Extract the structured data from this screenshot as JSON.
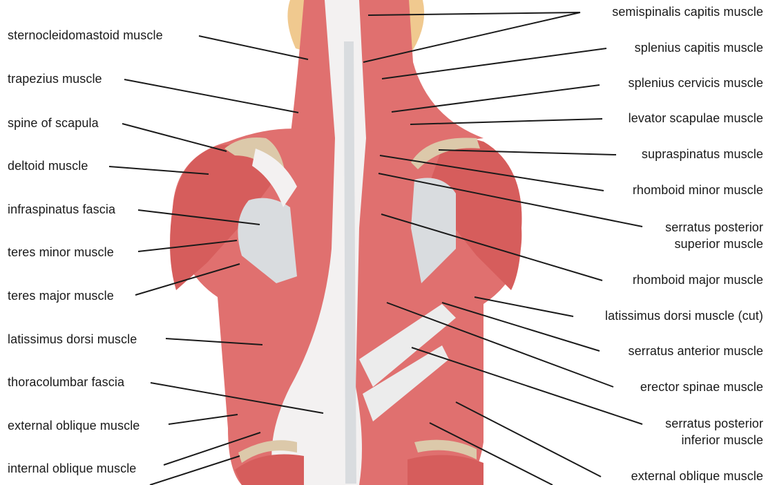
{
  "colors": {
    "muscle": "#e0706f",
    "muscle_light": "#ec9b98",
    "muscle_dark": "#c9504f",
    "fascia": "#f3f1f1",
    "fascia_shade": "#d9dcdf",
    "bone": "#dcc9aa",
    "skin": "#f0c98f",
    "leader": "#1a1a1a",
    "text": "#1a1a1a"
  },
  "labels_left": [
    "sternocleidomastoid muscle",
    "trapezius muscle",
    "spine of scapula",
    "deltoid muscle",
    "infraspinatus fascia",
    "teres minor muscle",
    "teres major muscle",
    "latissimus dorsi muscle",
    "thoracolumbar fascia",
    "external oblique muscle",
    "internal oblique muscle"
  ],
  "labels_right": [
    [
      "semispinalis capitis muscle"
    ],
    [
      "splenius capitis muscle"
    ],
    [
      "splenius cervicis muscle"
    ],
    [
      "levator scapulae muscle"
    ],
    [
      "supraspinatus muscle"
    ],
    [
      "rhomboid minor muscle"
    ],
    [
      "serratus posterior",
      "superior muscle"
    ],
    [
      "rhomboid major muscle"
    ],
    [
      "latissimus dorsi muscle (cut)"
    ],
    [
      "serratus anterior muscle"
    ],
    [
      "erector spinae muscle"
    ],
    [
      "serratus posterior",
      "inferior muscle"
    ],
    [
      "external oblique muscle"
    ]
  ]
}
